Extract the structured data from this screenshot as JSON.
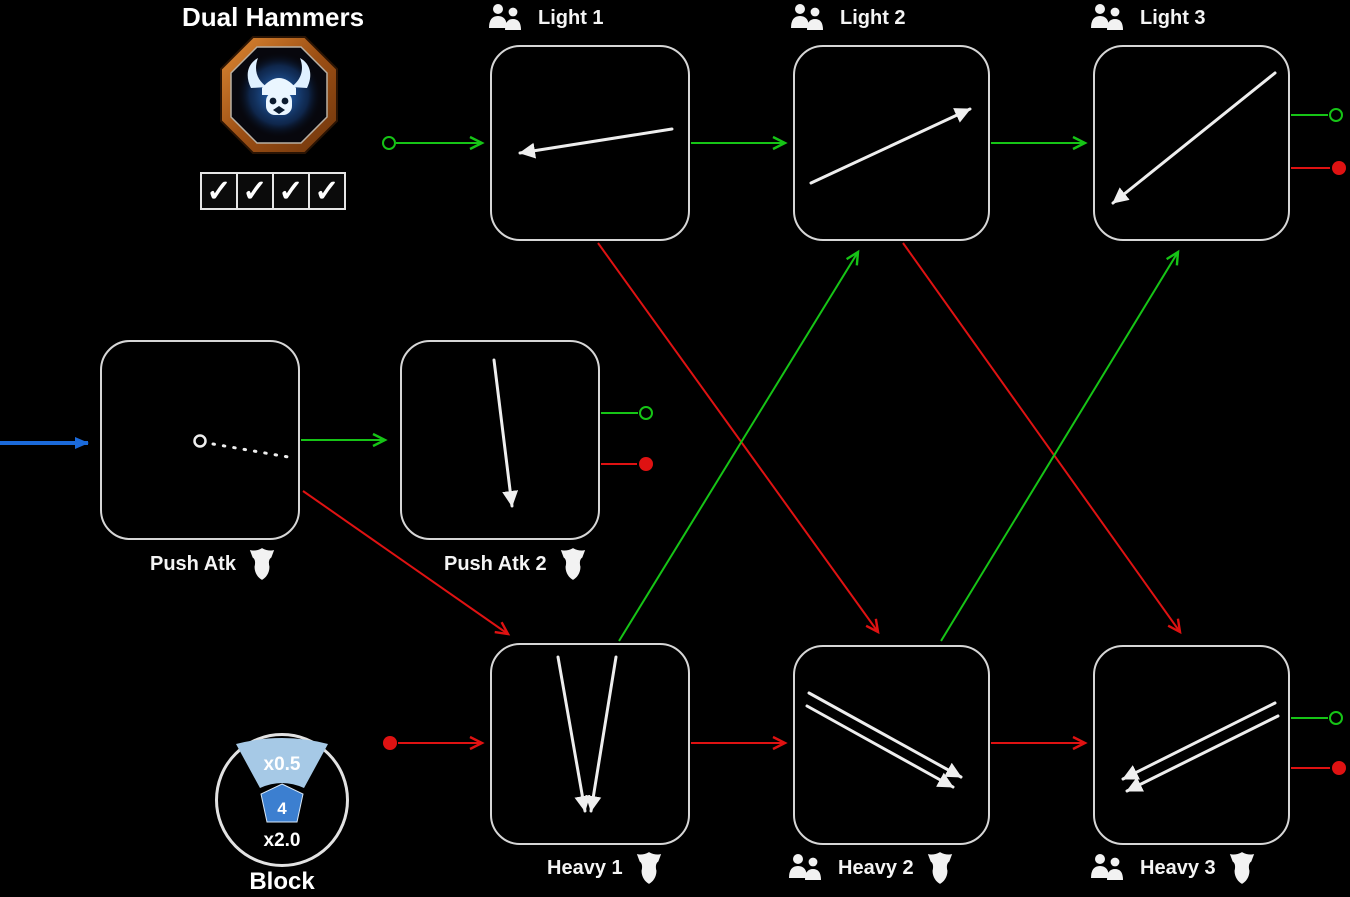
{
  "title": "Dual Hammers",
  "badge": {
    "name": "dual-hammers-emblem"
  },
  "checkmarks": {
    "count": 4,
    "symbol": "✓"
  },
  "block": {
    "label": "Block",
    "top_value": "x0.5",
    "center_value": "4",
    "bottom_value": "x2.0"
  },
  "nodes": {
    "light1": {
      "label": "Light 1"
    },
    "light2": {
      "label": "Light 2"
    },
    "light3": {
      "label": "Light 3"
    },
    "push_atk": {
      "label": "Push Atk"
    },
    "push_atk2": {
      "label": "Push Atk 2"
    },
    "heavy1": {
      "label": "Heavy 1"
    },
    "heavy2": {
      "label": "Heavy 2"
    },
    "heavy3": {
      "label": "Heavy 3"
    }
  },
  "edges": [
    {
      "from": "entry",
      "to": "push_atk",
      "color": "blue"
    },
    {
      "from": "start",
      "to": "light1",
      "color": "green"
    },
    {
      "from": "light1",
      "to": "light2",
      "color": "green"
    },
    {
      "from": "light2",
      "to": "light3",
      "color": "green"
    },
    {
      "from": "light3",
      "to": "end",
      "color": "green"
    },
    {
      "from": "light3",
      "to": "end",
      "color": "red"
    },
    {
      "from": "push_atk",
      "to": "push_atk2",
      "color": "green"
    },
    {
      "from": "push_atk2",
      "to": "end",
      "color": "green"
    },
    {
      "from": "push_atk2",
      "to": "end",
      "color": "red"
    },
    {
      "from": "push_atk",
      "to": "heavy1",
      "color": "red"
    },
    {
      "from": "start",
      "to": "heavy1",
      "color": "red"
    },
    {
      "from": "heavy1",
      "to": "heavy2",
      "color": "red"
    },
    {
      "from": "heavy2",
      "to": "heavy3",
      "color": "red"
    },
    {
      "from": "heavy3",
      "to": "end",
      "color": "green"
    },
    {
      "from": "heavy3",
      "to": "end",
      "color": "red"
    },
    {
      "from": "light1",
      "to": "heavy2",
      "color": "red"
    },
    {
      "from": "heavy1",
      "to": "light2",
      "color": "green"
    },
    {
      "from": "light2",
      "to": "heavy3",
      "color": "red"
    },
    {
      "from": "heavy2",
      "to": "light3",
      "color": "green"
    }
  ],
  "icons": {
    "pair": "two-person-icon",
    "shield": "armor-icon",
    "emblem": "viking-helmet-icon"
  },
  "colors": {
    "green": "#16c416",
    "red": "#df1212",
    "blue": "#1b6ada",
    "node_border": "#d6d6d6",
    "badge_orange": "#c06a20",
    "block_blue": "#3c7fd0",
    "block_lightblue": "#a6c9e6"
  }
}
